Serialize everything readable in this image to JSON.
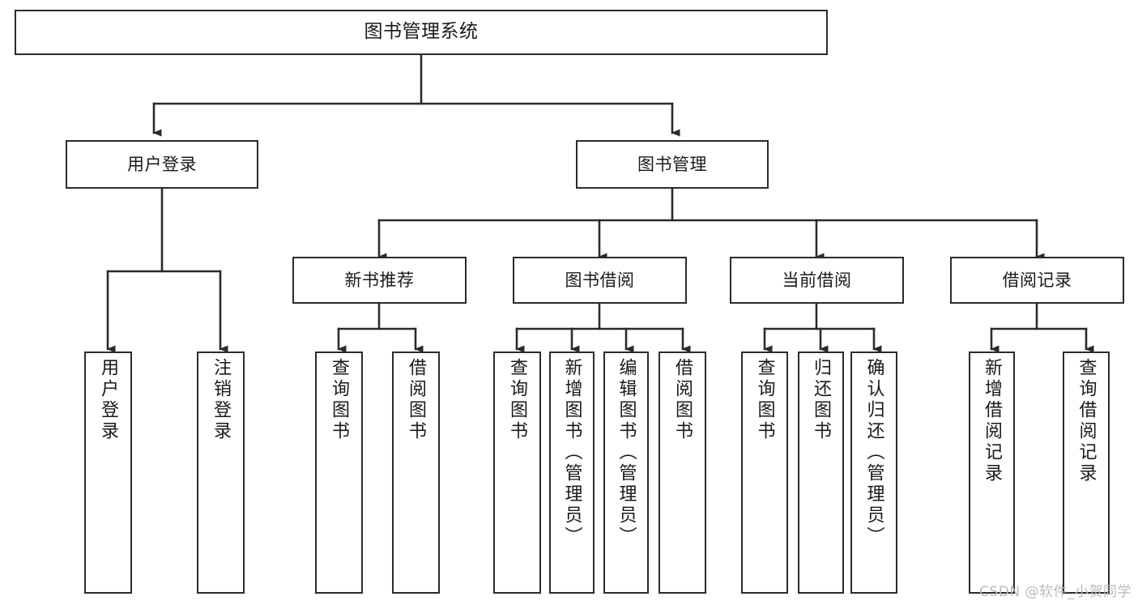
{
  "diagram": {
    "title": "图书管理系统",
    "type": "tree-flowchart",
    "watermark": "CSDN @软件_小贺同学",
    "colors": {
      "box_border": "#2b2b2b",
      "box_fill": "#ffffff",
      "edge": "#2b2b2b",
      "text": "#1a1a1a",
      "watermark": "#b9b9b9",
      "background": "#ffffff"
    },
    "root": {
      "id": "root",
      "label": "图书管理系统",
      "orientation": "horizontal"
    },
    "level2": [
      {
        "id": "user-login",
        "label": "用户登录",
        "orientation": "horizontal"
      },
      {
        "id": "book-manage",
        "label": "图书管理",
        "orientation": "horizontal"
      }
    ],
    "level3": [
      {
        "id": "new-book-recommend",
        "label": "新书推荐",
        "orientation": "horizontal",
        "parent": "book-manage"
      },
      {
        "id": "book-borrow",
        "label": "图书借阅",
        "orientation": "horizontal",
        "parent": "book-manage"
      },
      {
        "id": "current-borrow",
        "label": "当前借阅",
        "orientation": "horizontal",
        "parent": "book-manage"
      },
      {
        "id": "borrow-record",
        "label": "借阅记录",
        "orientation": "horizontal",
        "parent": "book-manage"
      }
    ],
    "leaves": [
      {
        "id": "leaf-user-login",
        "label": "用户登录",
        "parent": "user-login",
        "orientation": "vertical"
      },
      {
        "id": "leaf-logout",
        "label": "注销登录",
        "parent": "user-login",
        "orientation": "vertical"
      },
      {
        "id": "leaf-query-book-1",
        "label": "查询图书",
        "parent": "new-book-recommend",
        "orientation": "vertical"
      },
      {
        "id": "leaf-borrow-book-1",
        "label": "借阅图书",
        "parent": "new-book-recommend",
        "orientation": "vertical"
      },
      {
        "id": "leaf-query-book-2",
        "label": "查询图书",
        "parent": "book-borrow",
        "orientation": "vertical"
      },
      {
        "id": "leaf-add-book",
        "label": "新增图书（管理员）",
        "parent": "book-borrow",
        "orientation": "vertical"
      },
      {
        "id": "leaf-edit-book",
        "label": "编辑图书（管理员）",
        "parent": "book-borrow",
        "orientation": "vertical"
      },
      {
        "id": "leaf-borrow-book-2",
        "label": "借阅图书",
        "parent": "book-borrow",
        "orientation": "vertical"
      },
      {
        "id": "leaf-query-book-3",
        "label": "查询图书",
        "parent": "current-borrow",
        "orientation": "vertical"
      },
      {
        "id": "leaf-return-book",
        "label": "归还图书",
        "parent": "current-borrow",
        "orientation": "vertical"
      },
      {
        "id": "leaf-confirm-return",
        "label": "确认归还（管理员）",
        "parent": "current-borrow",
        "orientation": "vertical"
      },
      {
        "id": "leaf-add-record",
        "label": "新增借阅记录",
        "parent": "borrow-record",
        "orientation": "vertical"
      },
      {
        "id": "leaf-query-record",
        "label": "查询借阅记录",
        "parent": "borrow-record",
        "orientation": "vertical"
      }
    ]
  }
}
